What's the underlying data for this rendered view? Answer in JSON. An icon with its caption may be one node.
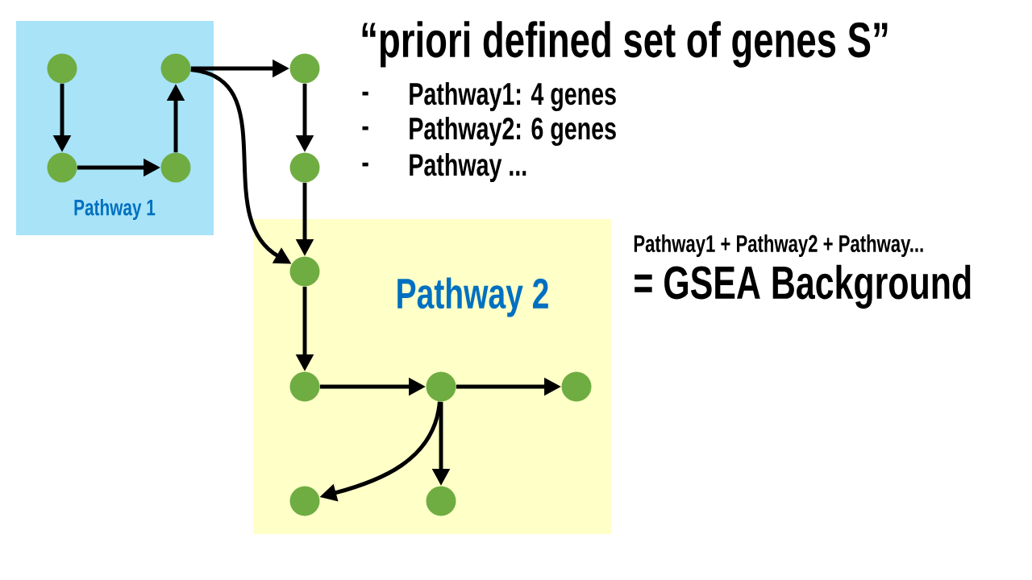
{
  "diagram": {
    "title": "“priori defined set of genes S”",
    "nodes": [
      {
        "text": [
          "Pathway 1"
        ]
      },
      {
        "text": [],
        "shape": "circle",
        "in": 0
      },
      {
        "text": [],
        "shape": "circle",
        "in": 0
      },
      {
        "text": [],
        "shape": "circle",
        "in": 0
      },
      {
        "text": [],
        "shape": "circle",
        "in": 0
      },
      {
        "text": [],
        "shape": "circle"
      },
      {
        "text": [],
        "shape": "circle"
      },
      {
        "text": [
          "Pathway 2"
        ]
      },
      {
        "text": [],
        "shape": "circle",
        "in": 7
      },
      {
        "text": [],
        "shape": "circle",
        "in": 7
      },
      {
        "text": [],
        "shape": "circle",
        "in": 7
      },
      {
        "text": [],
        "shape": "circle",
        "in": 7
      },
      {
        "text": [],
        "shape": "circle",
        "in": 7
      },
      {
        "text": [],
        "shape": "circle",
        "in": 7
      }
    ],
    "edges": [
      {
        "from": 1,
        "to": 3,
        "arrow": "to"
      },
      {
        "from": 3,
        "to": 4,
        "arrow": "to"
      },
      {
        "from": 4,
        "to": 2,
        "arrow": "to"
      },
      {
        "from": 2,
        "to": 5,
        "arrow": "to"
      },
      {
        "from": 2,
        "to": 8,
        "arrow": "to"
      },
      {
        "from": 5,
        "to": 6,
        "arrow": "to"
      },
      {
        "from": 6,
        "to": 8,
        "arrow": "to"
      },
      {
        "from": 8,
        "to": 9,
        "arrow": "to"
      },
      {
        "from": 9,
        "to": 10,
        "arrow": "to"
      },
      {
        "from": 10,
        "to": 11,
        "arrow": "to"
      },
      {
        "from": 10,
        "to": 13,
        "arrow": "to"
      },
      {
        "from": 10,
        "to": 12,
        "arrow": "to"
      }
    ],
    "labels": [
      "-",
      "Pathway1: 4 genes",
      "-",
      "Pathway2: 6 genes",
      "-",
      "Pathway ...",
      "Pathway1 + Pathway2 + Pathway...",
      "= GSEA Background"
    ]
  }
}
